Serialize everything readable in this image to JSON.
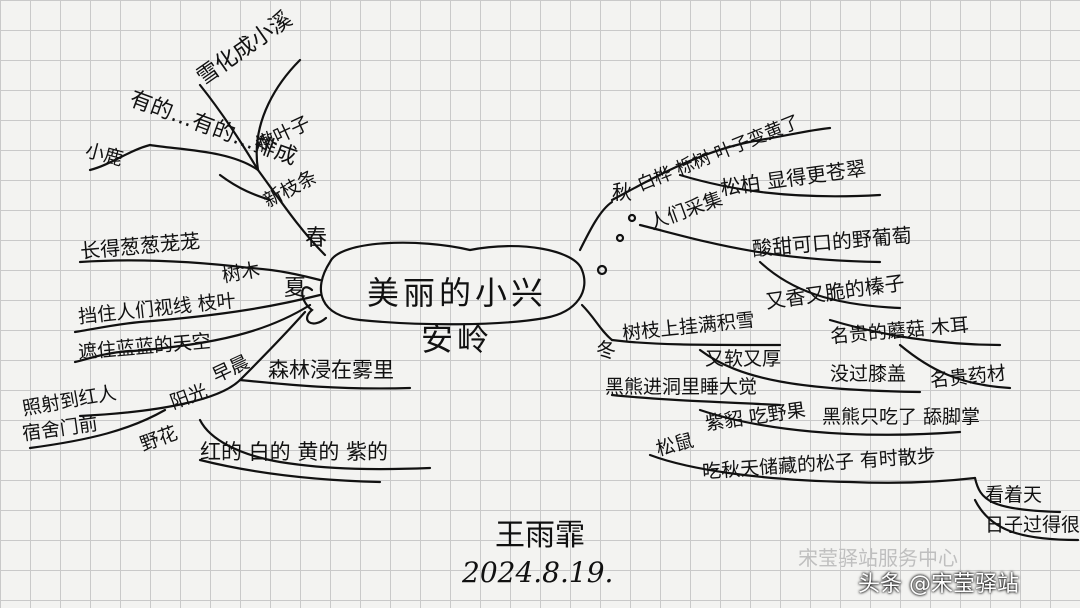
{
  "title": "美丽的小兴安岭",
  "left": {
    "spring_branch": "春",
    "spring_sub": [
      "雪化成小溪",
      "嫩叶子",
      "新枝条"
    ],
    "spring_leaf": "有的…有的…排成",
    "spring_leaf2": "小鹿",
    "summer_branch": "夏",
    "summer_sub": [
      "树木",
      "长得葱葱茏茏",
      "挡住人们视线 枝叶",
      "遮住蓝蓝的天空"
    ],
    "morning_branch": "早晨",
    "morning_sub": [
      "森林浸在雾里",
      "阳光",
      "照射到红人",
      "宿舍门前"
    ],
    "flower_branch": "野花",
    "flower_sub": "红的 白的 黄的 紫的"
  },
  "right": {
    "autumn_branch": "秋",
    "autumn_sub": [
      "白桦 栎树 叶子变黄了",
      "松柏 显得更苍翠",
      "人们采集",
      "酸甜可口的野葡萄",
      "又香又脆的榛子",
      "名贵的蘑菇 木耳",
      "名贵药材"
    ],
    "winter_branch": "冬",
    "winter_sub": [
      "树枝上挂满积雪",
      "又软又厚",
      "没过膝盖",
      "黑熊进洞里睡大觉",
      "紫貂 吃野果",
      "黑熊只吃了 舔脚掌"
    ],
    "pine_branch": "松鼠",
    "pine_sub": [
      "吃秋天储藏的松子 有时散步",
      "看着天",
      "日子过得很"
    ]
  },
  "signature": {
    "name": "王雨霏",
    "date": "2024.8.19."
  },
  "watermark": {
    "account": "宋莹驿站服务中心",
    "platform": "头条 @宋莹驿站"
  }
}
